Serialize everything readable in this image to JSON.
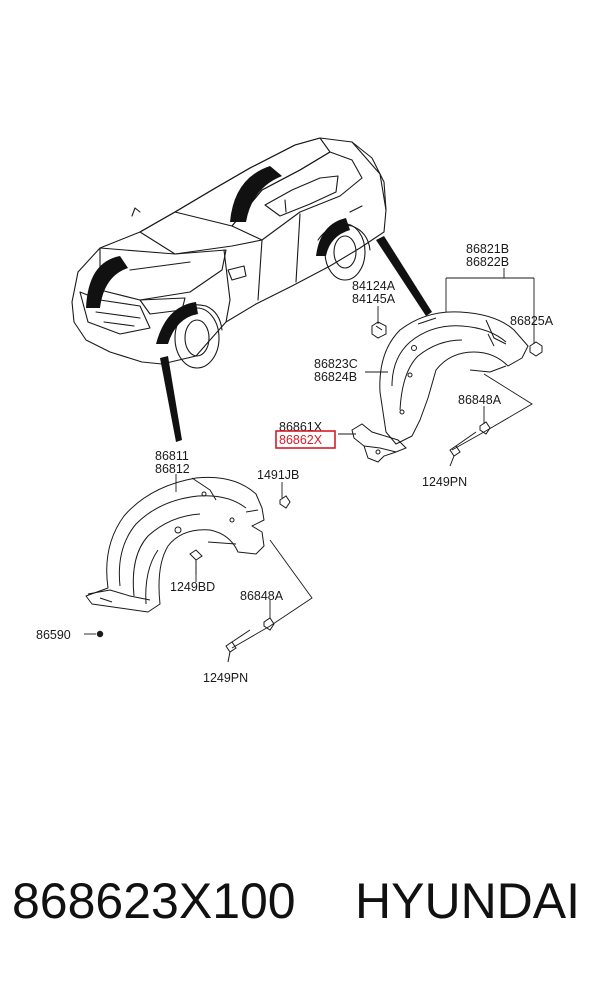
{
  "labels": {
    "front_outer": "86811",
    "front_inner": "86812",
    "rear_a": "86821B",
    "rear_b": "86822B",
    "clip_a": "84124A",
    "clip_b": "84145A",
    "rear_nut": "86825A",
    "rear_c": "86823C",
    "rear_d": "86824B",
    "bracket_a": "86861X",
    "bracket_b": "86862X",
    "rear_screw_grommet": "86848A",
    "rear_screw": "1249PN",
    "front_screw_jb": "1491JB",
    "front_screw_bd": "1249BD",
    "front_screw_grommet": "86848A",
    "front_screw": "1249PN",
    "front_bolt": "86590"
  },
  "footer": {
    "part_number": "868623X100",
    "brand": "HYUNDAI"
  },
  "colors": {
    "highlight": "#d21e2a",
    "line": "#1a1a1a"
  }
}
